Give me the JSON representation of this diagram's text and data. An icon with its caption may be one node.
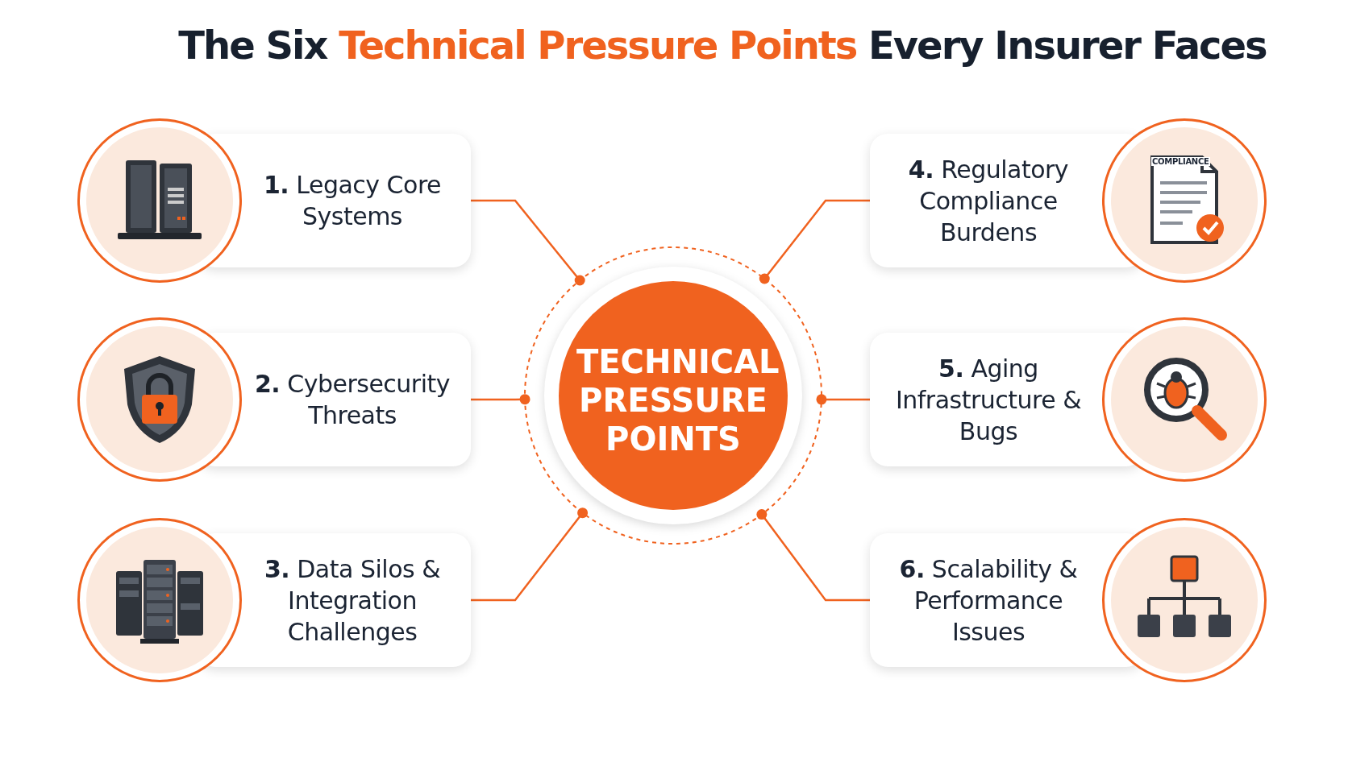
{
  "diagram": {
    "title": "The Six **Technical Pressure Points** Every Insurer Faces",
    "nodes": [
      {
        "text": [
          "TECHNICAL PRESSURE POINTS"
        ]
      },
      {
        "text": [
          "**1.** Legacy Core Systems"
        ]
      },
      {
        "text": [
          "**2.** Cybersecurity Threats"
        ]
      },
      {
        "text": [
          "**3.** Data Silos & Integration Challenges"
        ]
      },
      {
        "text": [
          "**4.** Regulatory Compliance Burdens"
        ]
      },
      {
        "text": [
          "**5.** Aging Infrastructure & Bugs"
        ]
      },
      {
        "text": [
          "**6.** Scalability & Performance Issues"
        ]
      }
    ],
    "edges": [
      {
        "from": 0,
        "to": 1,
        "arrow": "other"
      },
      {
        "from": 0,
        "to": 2,
        "arrow": "other"
      },
      {
        "from": 0,
        "to": 3,
        "arrow": "other"
      },
      {
        "from": 0,
        "to": 4,
        "arrow": "other"
      },
      {
        "from": 0,
        "to": 5,
        "arrow": "other"
      },
      {
        "from": 0,
        "to": 6,
        "arrow": "other"
      }
    ],
    "labels": [
      "COMPLIANCE"
    ]
  }
}
